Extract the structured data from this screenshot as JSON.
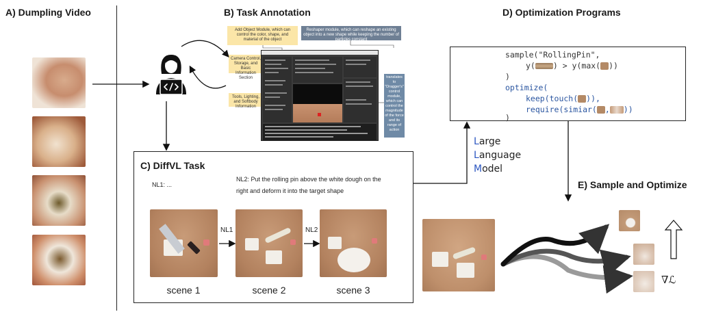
{
  "sections": {
    "a_title": "A) Dumpling Video",
    "b_title": "B) Task Annotation",
    "c_title": "C) DiffVL Task",
    "d_title": "D) Optimization Programs",
    "e_title": "E) Sample and Optimize"
  },
  "annotation_notes": {
    "add_object": "Add Object Module, which can control the color, shape, and material of the object",
    "reshaper": "Reshaper module, which can reshape an existing object into a new shape while keeping the number of particles constant",
    "camera": "Camera Control, Storage, and Basic Information Section",
    "tools": "Tools, Lighting, and Softbody Information",
    "translates": "translates to \"Dragger's\" control module, which can control the magnitude of the force and its range of action"
  },
  "code": {
    "line1": "sample(\"RollingPin\",",
    "line2a": "y(",
    "line2b": ") > y(max(",
    "line2c": "))",
    "line3": ")",
    "line4": "optimize(",
    "line5a": "keep(touch(",
    "line5b": ")),",
    "line6a": "require(simiar(",
    "line6b": ",",
    "line6c": "))",
    "line7": ")"
  },
  "llm": {
    "c1": "L",
    "r1": "arge",
    "c2": "L",
    "r2": "anguage",
    "c3": "M",
    "r3": "odel"
  },
  "task": {
    "nl1": "NL1: ...",
    "nl2_line1": "NL2: Put the rolling pin above the white dough on the",
    "nl2_line2": "right and deform it into the target shape",
    "arrow1": "NL1",
    "arrow2": "NL2",
    "scene1": "scene 1",
    "scene2": "scene 2",
    "scene3": "scene 3"
  },
  "grad_symbol": "∇ℒ",
  "colors": {
    "note_yellow": "#fbe6a8",
    "note_gray": "#6e7f94",
    "note_blue": "#6f8aa6",
    "scene_wood": "#b98a66",
    "keyword_blue": "#2a55a0"
  }
}
